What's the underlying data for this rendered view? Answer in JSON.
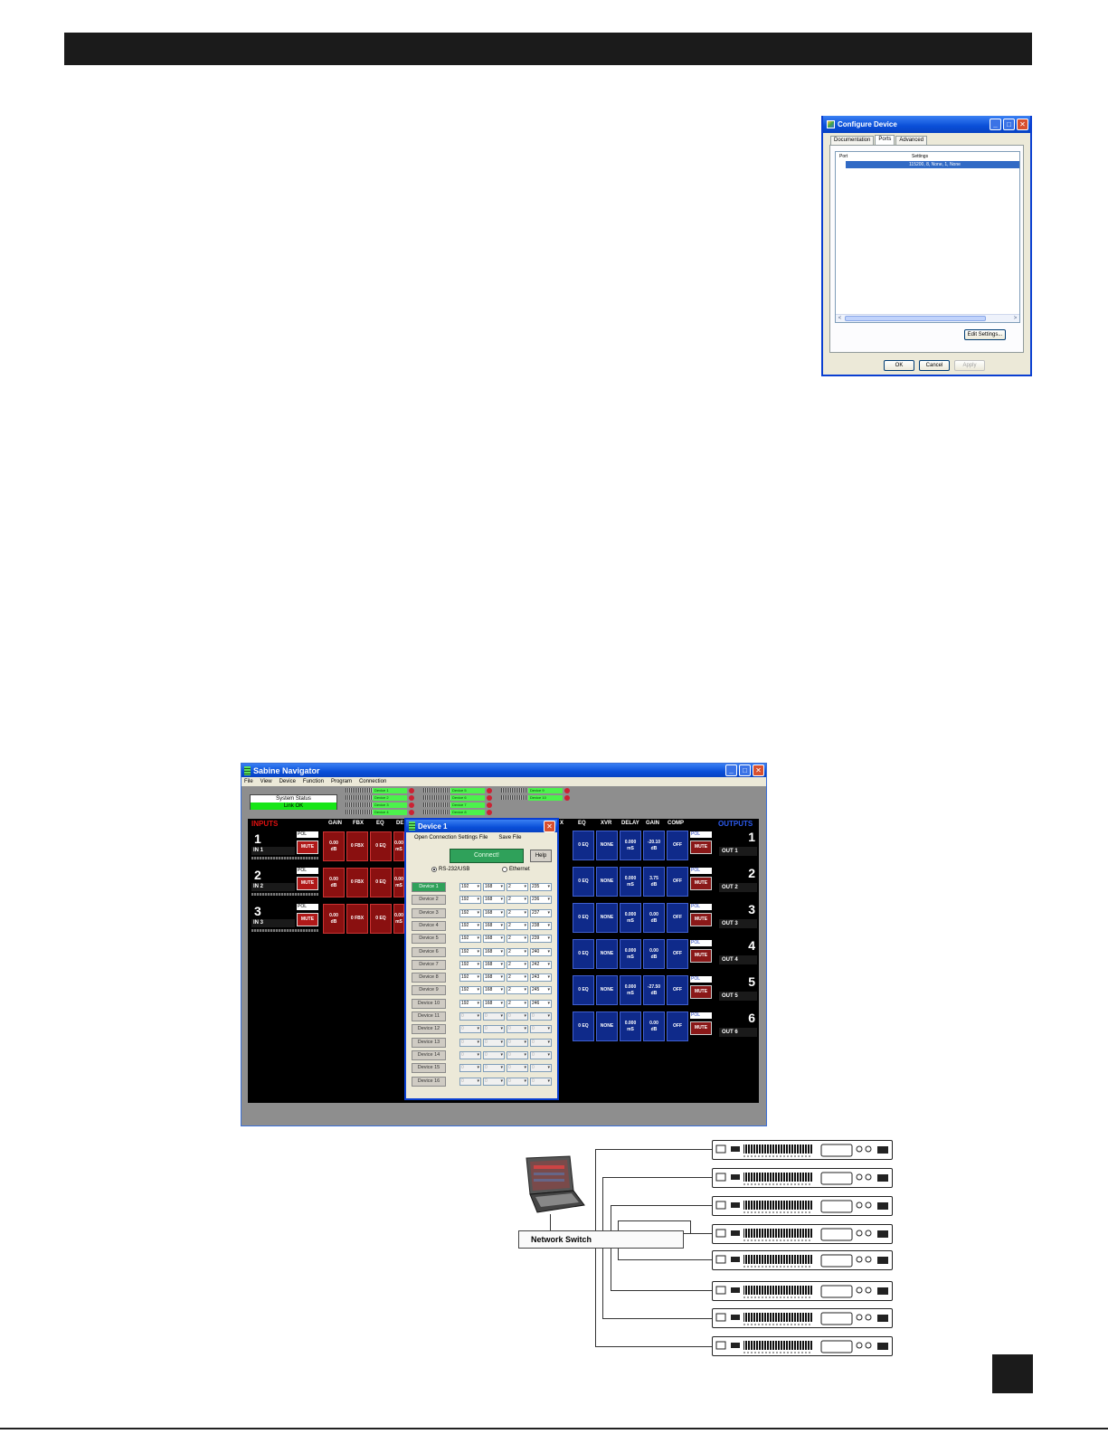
{
  "configure_device": {
    "title": "Configure Device",
    "tabs": [
      {
        "label": "Documentation"
      },
      {
        "label": "Ports"
      },
      {
        "label": "Advanced"
      }
    ],
    "list_headers": {
      "port": "Port",
      "settings": "Settings"
    },
    "row_settings": "115200, 8, None, 1, None",
    "edit_settings": "Edit Settings...",
    "ok": "OK",
    "cancel": "Cancel",
    "apply": "Apply"
  },
  "navigator": {
    "title": "Sabine Navigator",
    "menu": [
      "File",
      "View",
      "Device",
      "Function",
      "Program",
      "Connection"
    ],
    "system_status": "System Status",
    "link_status": "Link OK",
    "device_labels": [
      "Device 1",
      "Device 2",
      "Device 3",
      "Device 4",
      "Device 5",
      "Device 6",
      "Device 7",
      "Device 8",
      "Device 9",
      "Device 10"
    ],
    "inputs_title": "INPUTS",
    "outputs_title": "OUTPUTS",
    "input_headers": [
      "GAIN",
      "FBX",
      "EQ",
      "DE"
    ],
    "output_headers": [
      "X",
      "EQ",
      "XVR",
      "DELAY",
      "GAIN",
      "COMP"
    ],
    "pol_label": "POL",
    "mute_label": "MUTE",
    "inputs": [
      {
        "num": "1",
        "name": "IN 1",
        "gain": "0.00",
        "gain_unit": "dB",
        "fbx": "0 FBX",
        "eq": "0 EQ",
        "delay": "0.00",
        "delay_unit": "mS"
      },
      {
        "num": "2",
        "name": "IN 2",
        "gain": "0.00",
        "gain_unit": "dB",
        "fbx": "0 FBX",
        "eq": "0 EQ",
        "delay": "0.00",
        "delay_unit": "mS"
      },
      {
        "num": "3",
        "name": "IN 3",
        "gain": "0.00",
        "gain_unit": "dB",
        "fbx": "0 FBX",
        "eq": "0 EQ",
        "delay": "0.00",
        "delay_unit": "mS"
      }
    ],
    "outputs": [
      {
        "num": "1",
        "name": "OUT 1",
        "eq": "0 EQ",
        "xvr": "NONE",
        "delay": "0.000",
        "delay_unit": "mS",
        "gain": "-20.10",
        "gain_unit": "dB",
        "comp": "OFF"
      },
      {
        "num": "2",
        "name": "OUT 2",
        "eq": "0 EQ",
        "xvr": "NONE",
        "delay": "0.000",
        "delay_unit": "mS",
        "gain": "3.75",
        "gain_unit": "dB",
        "comp": "OFF"
      },
      {
        "num": "3",
        "name": "OUT 3",
        "eq": "0 EQ",
        "xvr": "NONE",
        "delay": "0.000",
        "delay_unit": "mS",
        "gain": "0.00",
        "gain_unit": "dB",
        "comp": "OFF"
      },
      {
        "num": "4",
        "name": "OUT 4",
        "eq": "0 EQ",
        "xvr": "NONE",
        "delay": "0.000",
        "delay_unit": "mS",
        "gain": "0.00",
        "gain_unit": "dB",
        "comp": "OFF"
      },
      {
        "num": "5",
        "name": "OUT 5",
        "eq": "0 EQ",
        "xvr": "NONE",
        "delay": "0.000",
        "delay_unit": "mS",
        "gain": "-27.50",
        "gain_unit": "dB",
        "comp": "OFF"
      },
      {
        "num": "6",
        "name": "OUT 6",
        "eq": "0 EQ",
        "xvr": "NONE",
        "delay": "0.000",
        "delay_unit": "mS",
        "gain": "0.00",
        "gain_unit": "dB",
        "comp": "OFF"
      }
    ]
  },
  "device_dialog": {
    "title": "Device 1",
    "menu_open": "Open Connection Settings File",
    "menu_save": "Save File",
    "connect": "Connect!",
    "help": "Help",
    "radio_rs232": "RS-232/USB",
    "radio_ethernet": "Ethernet",
    "devices": [
      {
        "label": "Device 1",
        "ip": [
          "192",
          "168",
          "2",
          "235"
        ]
      },
      {
        "label": "Device 2",
        "ip": [
          "192",
          "168",
          "2",
          "236"
        ]
      },
      {
        "label": "Device 3",
        "ip": [
          "192",
          "168",
          "2",
          "237"
        ]
      },
      {
        "label": "Device 4",
        "ip": [
          "192",
          "168",
          "2",
          "238"
        ]
      },
      {
        "label": "Device 5",
        "ip": [
          "192",
          "168",
          "2",
          "239"
        ]
      },
      {
        "label": "Device 6",
        "ip": [
          "192",
          "168",
          "2",
          "240"
        ]
      },
      {
        "label": "Device 7",
        "ip": [
          "192",
          "168",
          "2",
          "242"
        ]
      },
      {
        "label": "Device 8",
        "ip": [
          "192",
          "168",
          "2",
          "243"
        ]
      },
      {
        "label": "Device 9",
        "ip": [
          "192",
          "168",
          "2",
          "245"
        ]
      },
      {
        "label": "Device 10",
        "ip": [
          "192",
          "168",
          "2",
          "246"
        ]
      },
      {
        "label": "Device 11",
        "ip": [
          "0",
          "0",
          "0",
          "0"
        ]
      },
      {
        "label": "Device 12",
        "ip": [
          "0",
          "0",
          "0",
          "0"
        ]
      },
      {
        "label": "Device 13",
        "ip": [
          "0",
          "0",
          "0",
          "0"
        ]
      },
      {
        "label": "Device 14",
        "ip": [
          "0",
          "0",
          "0",
          "0"
        ]
      },
      {
        "label": "Device 15",
        "ip": [
          "0",
          "0",
          "0",
          "0"
        ]
      },
      {
        "label": "Device 16",
        "ip": [
          "0",
          "0",
          "0",
          "0"
        ]
      }
    ]
  },
  "network": {
    "switch_label": "Network Switch"
  }
}
